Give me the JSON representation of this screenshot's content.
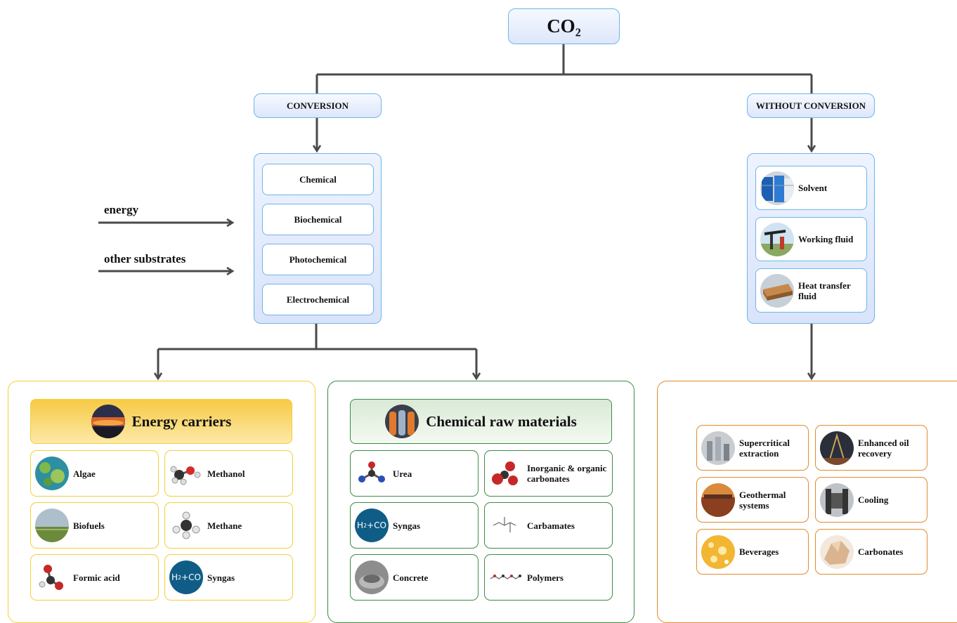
{
  "root": {
    "label": "CO₂"
  },
  "branches": {
    "conversion": "CONVERSION",
    "without_conversion": "WITHOUT CONVERSION"
  },
  "inputs": {
    "energy": "energy",
    "other_substrates": "other substrates"
  },
  "conversion_types": [
    "Chemical",
    "Biochemical",
    "Photochemical",
    "Electrochemical"
  ],
  "without_conversion_uses": [
    {
      "label": "Solvent",
      "icon": "solvent-drums-icon"
    },
    {
      "label": "Working fluid",
      "icon": "oil-pumpjack-icon"
    },
    {
      "label": "Heat transfer fluid",
      "icon": "earth-layers-icon"
    }
  ],
  "energy_carriers": {
    "title": "Energy carriers",
    "items": [
      {
        "label": "Algae",
        "icon": "algae-icon"
      },
      {
        "label": "Methanol",
        "icon": "methanol-molecule-icon"
      },
      {
        "label": "Biofuels",
        "icon": "field-icon"
      },
      {
        "label": "Methane",
        "icon": "methane-molecule-icon"
      },
      {
        "label": "Formic acid",
        "icon": "formic-acid-molecule-icon"
      },
      {
        "label": "Syngas",
        "icon": "syngas-badge-icon"
      }
    ]
  },
  "chemical_raw_materials": {
    "title": "Chemical raw materials",
    "items": [
      {
        "label": "Urea",
        "icon": "urea-molecule-icon"
      },
      {
        "label": "Inorganic & organic carbonates",
        "icon": "carbonate-molecule-icon"
      },
      {
        "label": "Syngas",
        "icon": "syngas-badge-icon"
      },
      {
        "label": "Carbamates",
        "icon": "carbamate-structure-icon"
      },
      {
        "label": "Concrete",
        "icon": "concrete-icon"
      },
      {
        "label": "Polymers",
        "icon": "polymer-chain-icon"
      }
    ]
  },
  "direct_uses": {
    "items": [
      {
        "label": "Supercritical extraction",
        "icon": "extraction-plant-icon"
      },
      {
        "label": "Enhanced oil recovery",
        "icon": "oil-rig-icon"
      },
      {
        "label": "Geothermal systems",
        "icon": "geothermal-icon"
      },
      {
        "label": "Cooling",
        "icon": "cooling-unit-icon"
      },
      {
        "label": "Beverages",
        "icon": "beverage-bubbles-icon"
      },
      {
        "label": "Carbonates",
        "icon": "carbonate-mineral-icon"
      }
    ]
  },
  "syngas_badge": {
    "h2": "H",
    "sub": "2",
    "rest": "+CO"
  },
  "colors": {
    "blue_border": "#6cb6ea",
    "yellow_border": "#f4cf38",
    "green_border": "#3e8a45",
    "orange_border": "#e38a2c",
    "arrow": "#4a4a4a"
  }
}
